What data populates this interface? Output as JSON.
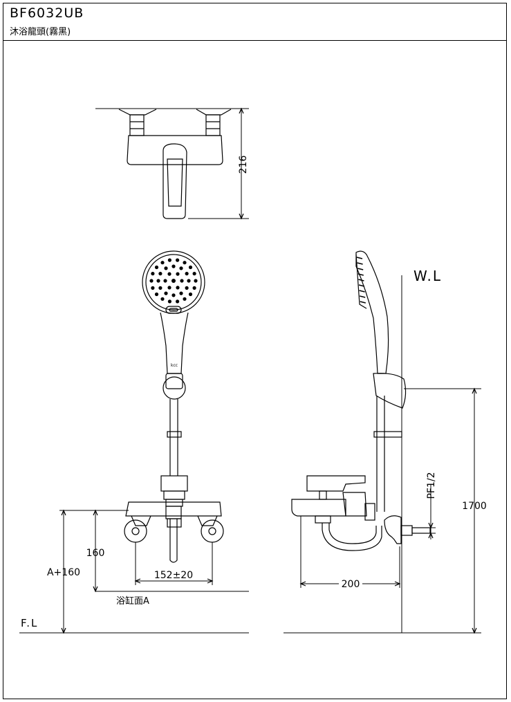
{
  "header": {
    "model": "BF6032UB",
    "product_name": "沐浴龍頭(霧黑)"
  },
  "dimensions": {
    "height_top_view": "216",
    "wall_line": "W.L",
    "floor_line": "F.L",
    "bath_height": "160",
    "bath_height_plus": "A+160",
    "center_distance": "152±20",
    "bathtub_surface": "浴缸面A",
    "projection": "200",
    "pipe_thread": "PF1/2",
    "total_height": "1700"
  },
  "colors": {
    "line": "#000000",
    "background": "#ffffff"
  }
}
